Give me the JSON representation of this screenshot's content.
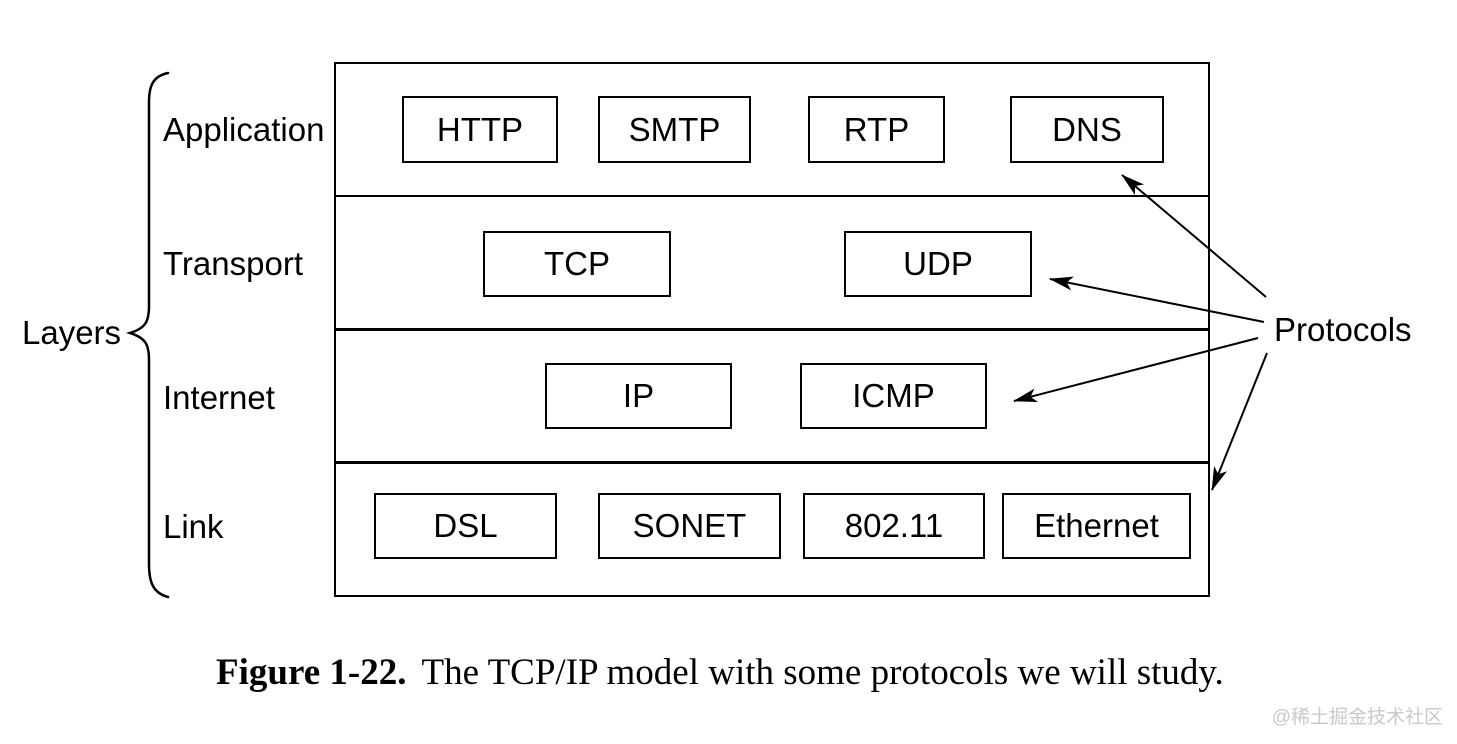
{
  "diagram": {
    "group_label": "Layers",
    "annotation_label": "Protocols",
    "rows": [
      {
        "layer": "Application",
        "protocols": [
          "HTTP",
          "SMTP",
          "RTP",
          "DNS"
        ]
      },
      {
        "layer": "Transport",
        "protocols": [
          "TCP",
          "UDP"
        ]
      },
      {
        "layer": "Internet",
        "protocols": [
          "IP",
          "ICMP"
        ]
      },
      {
        "layer": "Link",
        "protocols": [
          "DSL",
          "SONET",
          "802.11",
          "Ethernet"
        ]
      }
    ],
    "arrow_targets": [
      "DNS",
      "UDP",
      "ICMP",
      "Link"
    ]
  },
  "caption": {
    "figure_label": "Figure 1-22.",
    "text": "The TCP/IP model with some protocols we will study."
  },
  "watermark": "@稀土掘金技术社区",
  "colors": {
    "line": "#000000",
    "text": "#000000",
    "watermark": "#c9c9c9",
    "background": "#ffffff"
  }
}
